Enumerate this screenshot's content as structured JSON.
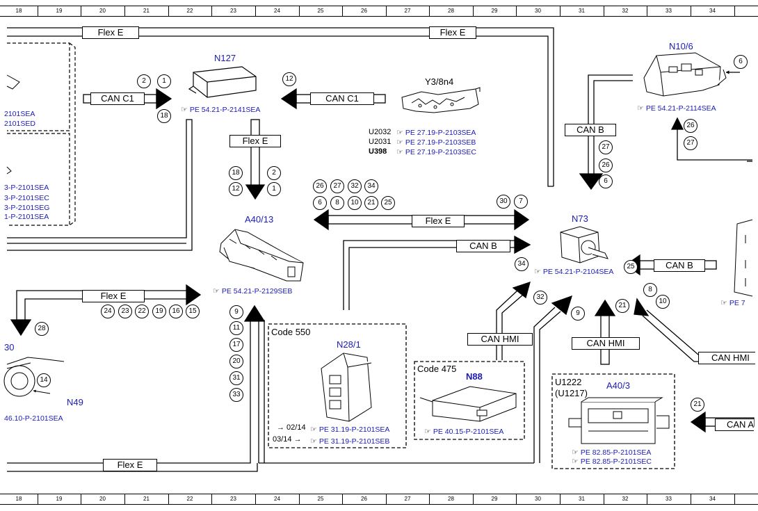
{
  "ruler": [
    "18",
    "19",
    "20",
    "21",
    "22",
    "23",
    "24",
    "25",
    "26",
    "27",
    "28",
    "29",
    "30",
    "31",
    "32",
    "33",
    "34"
  ],
  "bus_labels": {
    "flex_e": "Flex E",
    "can_c1": "CAN C1",
    "can_b": "CAN B",
    "can_hmi": "CAN HMI",
    "can_hmi_cut": "CAN HMI",
    "can_a_cut": "CAN A"
  },
  "components": {
    "n127": "N127",
    "y3_8n4": "Y3/8n4",
    "n10_6": "N10/6",
    "a40_13": "A40/13",
    "n73": "N73",
    "n28_1": "N28/1",
    "n88": "N88",
    "a40_3": "A40/3",
    "n49": "N49",
    "cut_30": "30"
  },
  "codes": {
    "code_550": "Code 550",
    "code_475": "Code 475",
    "u1222": "U1222",
    "u1217": "(U1217)"
  },
  "variants": {
    "u2032": "U2032",
    "u2031": "U2031",
    "u398": "U398",
    "d0214": "→ 02/14",
    "d0314": "03/14 →"
  },
  "refs": {
    "n127": "PE 54.21-P-2141SEA",
    "y3_1": "PE 27.19-P-2103SEA",
    "y3_2": "PE 27.19-P-2103SEB",
    "y3_3": "PE 27.19-P-2103SEC",
    "n10_6": "PE 54.21-P-2114SEA",
    "a40_13": "PE 54.21-P-2129SEB",
    "n73": "PE 54.21-P-2104SEA",
    "n28_1a": "PE 31.19-P-2101SEA",
    "n28_1b": "PE 31.19-P-2101SEB",
    "n88": "PE 40.15-P-2101SEA",
    "a40_3a": "PE 82.85-P-2101SEA",
    "a40_3b": "PE 82.85-P-2101SEC",
    "n49": "46.10-P-2101SEA",
    "left_1": "2101SEA",
    "left_2": "2101SED",
    "left_3": "3-P-2101SEA",
    "left_4": "3-P-2101SEC",
    "left_5": "3-P-2101SEG",
    "left_6": "1-P-2101SEA",
    "right_cut": "PE 7"
  },
  "pins": {
    "p_2a": "2",
    "p_1a": "1",
    "p_18a": "18",
    "p_12a": "12",
    "p_18b": "18",
    "p_2b": "2",
    "p_12b": "12",
    "p_1b": "1",
    "p_26a": "26",
    "p_27a": "27",
    "p_32a": "32",
    "p_34a": "34",
    "p_6a": "6",
    "p_8a": "8",
    "p_10a": "10",
    "p_21a": "21",
    "p_25a": "25",
    "p_30": "30",
    "p_7": "7",
    "p_27b": "27",
    "p_26b": "26",
    "p_6b": "6",
    "p_6c": "6",
    "p_26c": "26",
    "p_27c": "27",
    "p_25b": "25",
    "p_34b": "34",
    "p_32b": "32",
    "p_9a": "9",
    "p_8b": "8",
    "p_10b": "10",
    "p_21b": "21",
    "p_21c": "21",
    "p_24": "24",
    "p_23": "23",
    "p_22": "22",
    "p_19": "19",
    "p_16": "16",
    "p_15": "15",
    "p_28": "28",
    "p_14": "14",
    "p_9b": "9",
    "p_11": "11",
    "p_17": "17",
    "p_20": "20",
    "p_31": "31",
    "p_33": "33"
  }
}
